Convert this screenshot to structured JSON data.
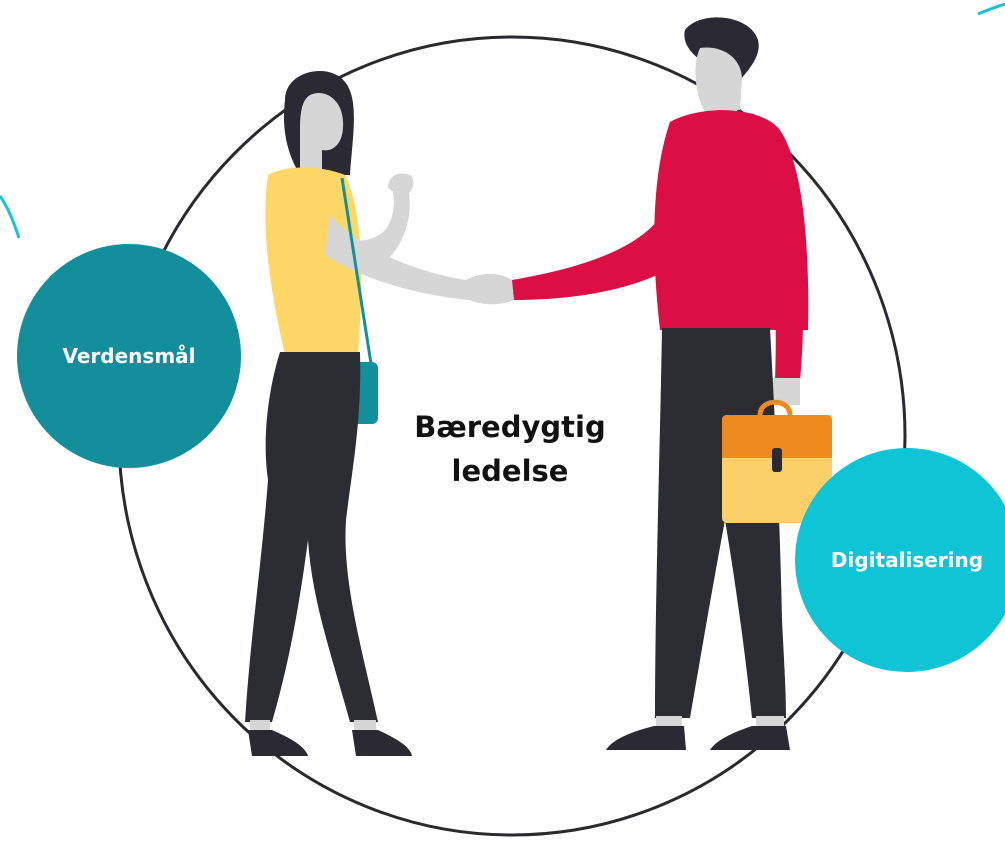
{
  "center_topic": {
    "line1": "Bæredygtig",
    "line2": "ledelse"
  },
  "bubbles": {
    "left": {
      "label": "Verdensmål",
      "color": "#138f9b"
    },
    "right": {
      "label": "Digitalisering",
      "color": "#0fc4d4"
    }
  },
  "illustration": {
    "icon": "handshake-illustration",
    "colors": {
      "ring": "#2a2a2e",
      "skin": "#d6d6d6",
      "hair": "#2b2a33",
      "woman_top": "#fed766",
      "man_sweater": "#dc0f45",
      "trousers": "#2c2d33",
      "phone_strap": "#12919c",
      "briefcase_top": "#ef8a1e",
      "briefcase_body": "#fbd068",
      "accent_stroke": "#19c3d3"
    }
  }
}
